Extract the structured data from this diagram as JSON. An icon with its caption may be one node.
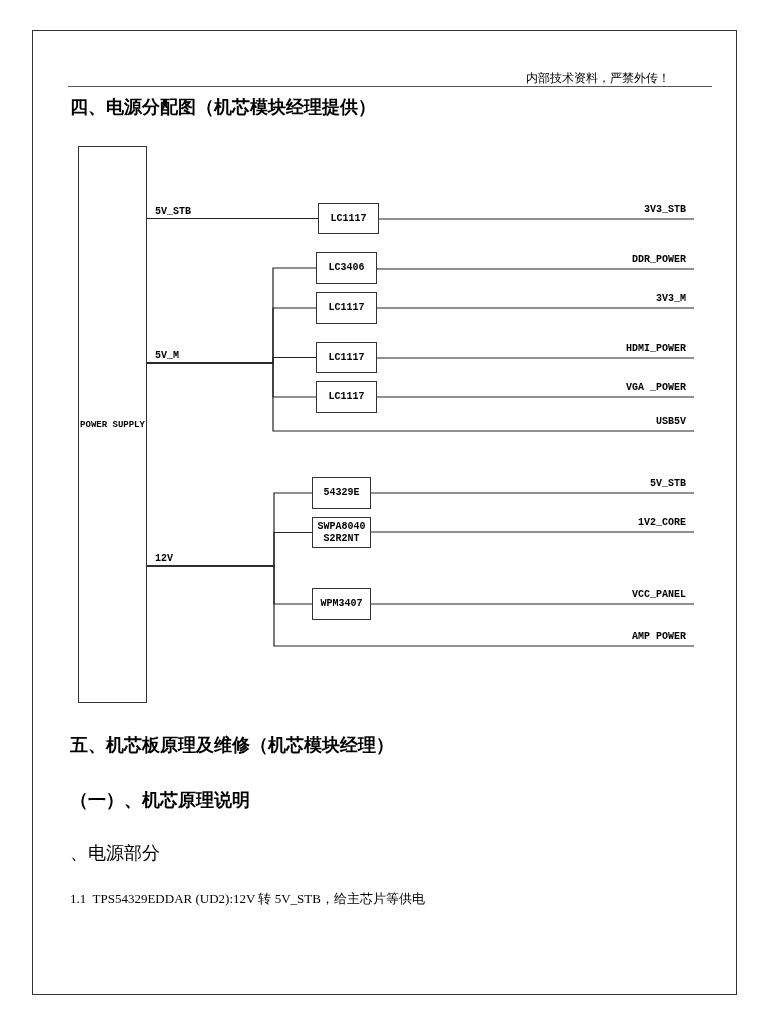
{
  "diagram": {
    "title": "四、电源分配图（机芯模块经理提供）",
    "nodes": [
      {
        "text": [
          "POWER SUPPLY"
        ]
      },
      {
        "text": [
          "LC1117"
        ]
      },
      {
        "text": [
          "LC3406"
        ]
      },
      {
        "text": [
          "LC1117"
        ]
      },
      {
        "text": [
          "LC1117"
        ]
      },
      {
        "text": [
          "LC1117"
        ]
      },
      {
        "text": [
          "54329E"
        ]
      },
      {
        "text": [
          "SWPA8040S2R2NT"
        ]
      },
      {
        "text": [
          "WPM3407"
        ]
      },
      {
        "text": [
          "3V3_STB"
        ]
      },
      {
        "text": [
          "DDR_POWER"
        ]
      },
      {
        "text": [
          "3V3_M"
        ]
      },
      {
        "text": [
          "HDMI_POWER"
        ]
      },
      {
        "text": [
          "VGA _POWER"
        ]
      },
      {
        "text": [
          "USB5V"
        ]
      },
      {
        "text": [
          "5V_STB"
        ]
      },
      {
        "text": [
          "1V2_CORE"
        ]
      },
      {
        "text": [
          "VCC_PANEL"
        ]
      },
      {
        "text": [
          "AMP POWER"
        ]
      }
    ],
    "edges": [
      {
        "from": 0,
        "to": 1,
        "arrow": "none"
      },
      {
        "from": 1,
        "to": 9,
        "arrow": "none"
      },
      {
        "from": 0,
        "to": 2,
        "arrow": "none"
      },
      {
        "from": 0,
        "to": 3,
        "arrow": "none"
      },
      {
        "from": 0,
        "to": 4,
        "arrow": "none"
      },
      {
        "from": 0,
        "to": 5,
        "arrow": "none"
      },
      {
        "from": 0,
        "to": 14,
        "arrow": "none"
      },
      {
        "from": 2,
        "to": 10,
        "arrow": "none"
      },
      {
        "from": 3,
        "to": 11,
        "arrow": "none"
      },
      {
        "from": 4,
        "to": 12,
        "arrow": "none"
      },
      {
        "from": 5,
        "to": 13,
        "arrow": "none"
      },
      {
        "from": 0,
        "to": 6,
        "arrow": "none"
      },
      {
        "from": 0,
        "to": 7,
        "arrow": "none"
      },
      {
        "from": 0,
        "to": 8,
        "arrow": "none"
      },
      {
        "from": 0,
        "to": 18,
        "arrow": "none"
      },
      {
        "from": 6,
        "to": 15,
        "arrow": "none"
      },
      {
        "from": 7,
        "to": 16,
        "arrow": "none"
      },
      {
        "from": 8,
        "to": 17,
        "arrow": "none"
      }
    ],
    "labels": [
      "内部技术资料，严禁外传！",
      "5V_STB",
      "5V_M",
      "12V",
      "五、机芯板原理及维修（机芯模块经理）",
      "（一）、机芯原理说明",
      "、电源部分",
      "1.1  TPS54329EDDAR (UD2):12V 转 5V_STB，给主芯片等供电"
    ]
  }
}
